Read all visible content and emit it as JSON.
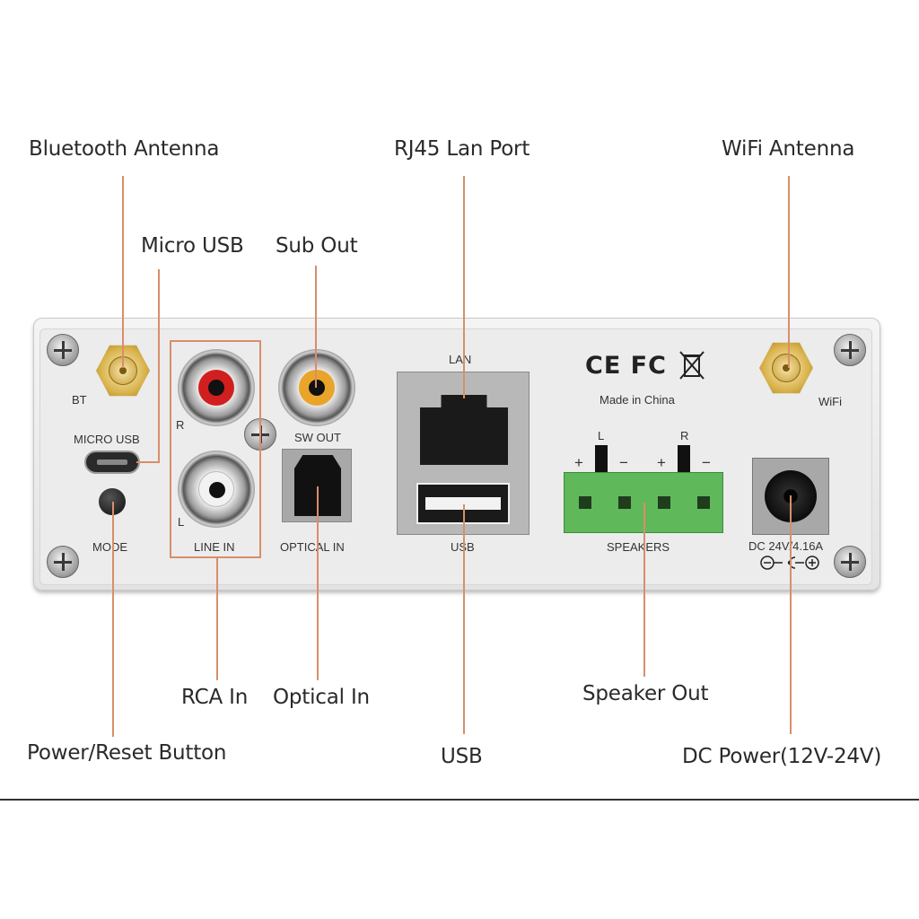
{
  "callouts": {
    "bluetooth_antenna": "Bluetooth Antenna",
    "rj45_lan_port": "RJ45 Lan Port",
    "wifi_antenna": "WiFi Antenna",
    "micro_usb": "Micro USB",
    "sub_out": "Sub Out",
    "rca_in": "RCA In",
    "optical_in": "Optical In",
    "speaker_out": "Speaker Out",
    "power_reset_button": "Power/Reset Button",
    "usb": "USB",
    "dc_power": "DC Power(12V-24V)"
  },
  "panel_labels": {
    "bt": "BT",
    "micro_usb": "MICRO USB",
    "mode": "MODE",
    "r": "R",
    "l": "L",
    "line_in": "LINE IN",
    "sw_out": "SW OUT",
    "optical_in": "OPTICAL IN",
    "lan": "LAN",
    "usb": "USB",
    "ce_fc": "CE FC",
    "made_in": "Made in China",
    "speaker_l": "L",
    "speaker_r": "R",
    "plus": "+",
    "minus": "−",
    "speakers": "SPEAKERS",
    "wifi": "WiFi",
    "dc_rating": "DC 24V/4.16A"
  },
  "colors": {
    "leader": "#d98e6a",
    "terminal_green": "#5fb85a",
    "rca_red": "#d11f1f",
    "rca_yellow": "#e8a52a",
    "rca_white": "#f2f2f2"
  },
  "icons": [
    "weee-bin-icon",
    "dc-polarity-icon"
  ]
}
